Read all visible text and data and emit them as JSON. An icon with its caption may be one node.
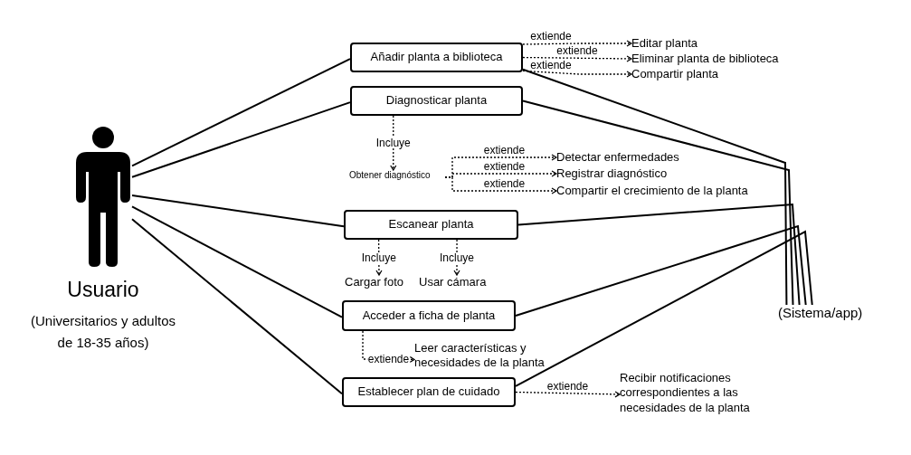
{
  "diagram": {
    "nodes": [
      {
        "text": [],
        "shape": "person",
        "beside": [
          "Usuario",
          "(Universitarios y adultos de 18-35 años)"
        ]
      },
      {
        "text": [
          "Añadir planta a biblioteca"
        ]
      },
      {
        "text": [
          "Editar planta"
        ]
      },
      {
        "text": [
          "Eliminar planta de biblioteca"
        ]
      },
      {
        "text": [
          "Compartir planta"
        ]
      },
      {
        "text": [
          "Diagnosticar planta"
        ]
      },
      {
        "text": [
          "Obtener diagnóstico"
        ]
      },
      {
        "text": [
          "Detectar enfermedades"
        ]
      },
      {
        "text": [
          "Registrar diagnóstico"
        ]
      },
      {
        "text": [
          "Compartir el crecimiento de la planta"
        ]
      },
      {
        "text": [
          "Escanear planta"
        ]
      },
      {
        "text": [
          "Cargar foto"
        ]
      },
      {
        "text": [
          "Usar cámara"
        ]
      },
      {
        "text": [
          "Acceder a ficha de planta"
        ]
      },
      {
        "text": [
          "Leer características y necesidades de la planta"
        ]
      },
      {
        "text": [
          "Establecer plan de cuidado"
        ]
      },
      {
        "text": [
          "Recibir notificaciones correspondientes a las necesidades de la planta"
        ]
      },
      {
        "text": [
          "(Sistema/app)"
        ]
      }
    ],
    "edges": [
      {
        "from": 0,
        "to": 1,
        "arrow": "none"
      },
      {
        "from": 0,
        "to": 5,
        "arrow": "none"
      },
      {
        "from": 0,
        "to": 10,
        "arrow": "none"
      },
      {
        "from": 0,
        "to": 13,
        "arrow": "none"
      },
      {
        "from": 0,
        "to": 15,
        "arrow": "none"
      },
      {
        "from": 1,
        "to": 2,
        "arrow": "to",
        "label": "extiende",
        "style": "dashed"
      },
      {
        "from": 1,
        "to": 3,
        "arrow": "to",
        "label": "extiende",
        "style": "dashed"
      },
      {
        "from": 1,
        "to": 4,
        "arrow": "to",
        "label": "extiende",
        "style": "dashed"
      },
      {
        "from": 5,
        "to": 6,
        "arrow": "to",
        "label": "Incluye",
        "style": "dashed"
      },
      {
        "from": 6,
        "to": 7,
        "arrow": "to",
        "label": "extiende",
        "style": "dashed"
      },
      {
        "from": 6,
        "to": 8,
        "arrow": "to",
        "label": "extiende",
        "style": "dashed"
      },
      {
        "from": 6,
        "to": 9,
        "arrow": "to",
        "label": "extiende",
        "style": "dashed"
      },
      {
        "from": 10,
        "to": 11,
        "arrow": "to",
        "label": "Incluye",
        "style": "dashed"
      },
      {
        "from": 10,
        "to": 12,
        "arrow": "to",
        "label": "Incluye",
        "style": "dashed"
      },
      {
        "from": 13,
        "to": 14,
        "arrow": "to",
        "label": "extiende",
        "style": "dashed"
      },
      {
        "from": 15,
        "to": 16,
        "arrow": "to",
        "label": "extiende",
        "style": "dashed"
      },
      {
        "from": 1,
        "to": 17,
        "arrow": "none"
      },
      {
        "from": 5,
        "to": 17,
        "arrow": "none"
      },
      {
        "from": 10,
        "to": 17,
        "arrow": "none"
      },
      {
        "from": 13,
        "to": 17,
        "arrow": "none"
      },
      {
        "from": 15,
        "to": 17,
        "arrow": "none"
      }
    ]
  }
}
